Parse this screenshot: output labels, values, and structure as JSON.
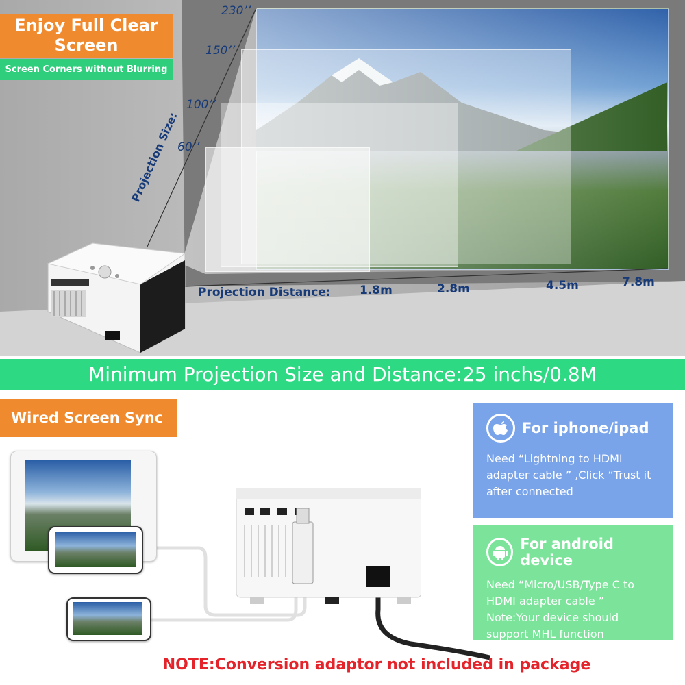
{
  "top": {
    "headline": "Enjoy Full Clear Screen",
    "subheadline": "Screen Corners without Blurring",
    "projection_size_label": "Projection Size:",
    "sizes": [
      "230’’",
      "150’’",
      "100’’",
      "60’’"
    ],
    "projection_distance_label": "Projection Distance:",
    "distances": [
      "1.8m",
      "2.8m",
      "4.5m",
      "7.8m"
    ]
  },
  "banner": {
    "text": "Minimum Projection Size and Distance:25 inchs/0.8M"
  },
  "wired": {
    "headline": "Wired Screen Sync",
    "ios": {
      "title": "For iphone/ipad",
      "text": "Need  “Lightning to HDMI adapter cable ” ,Click  “Trust it  after connected"
    },
    "android": {
      "title": "For android device",
      "text": "Need  “Micro/USB/Type C to HDMI adapter cable ”\nNote:Your device should support MHL function"
    },
    "note": "NOTE:Conversion adaptor not included in package"
  },
  "colors": {
    "orange": "#f08a2e",
    "green": "#2dd982",
    "label_blue": "#173a78",
    "ios_box": "#7aa4ea",
    "android_box": "#7be49a",
    "note_red": "#e4242a"
  },
  "icons": {
    "ios": "apple-icon",
    "android": "android-icon"
  }
}
